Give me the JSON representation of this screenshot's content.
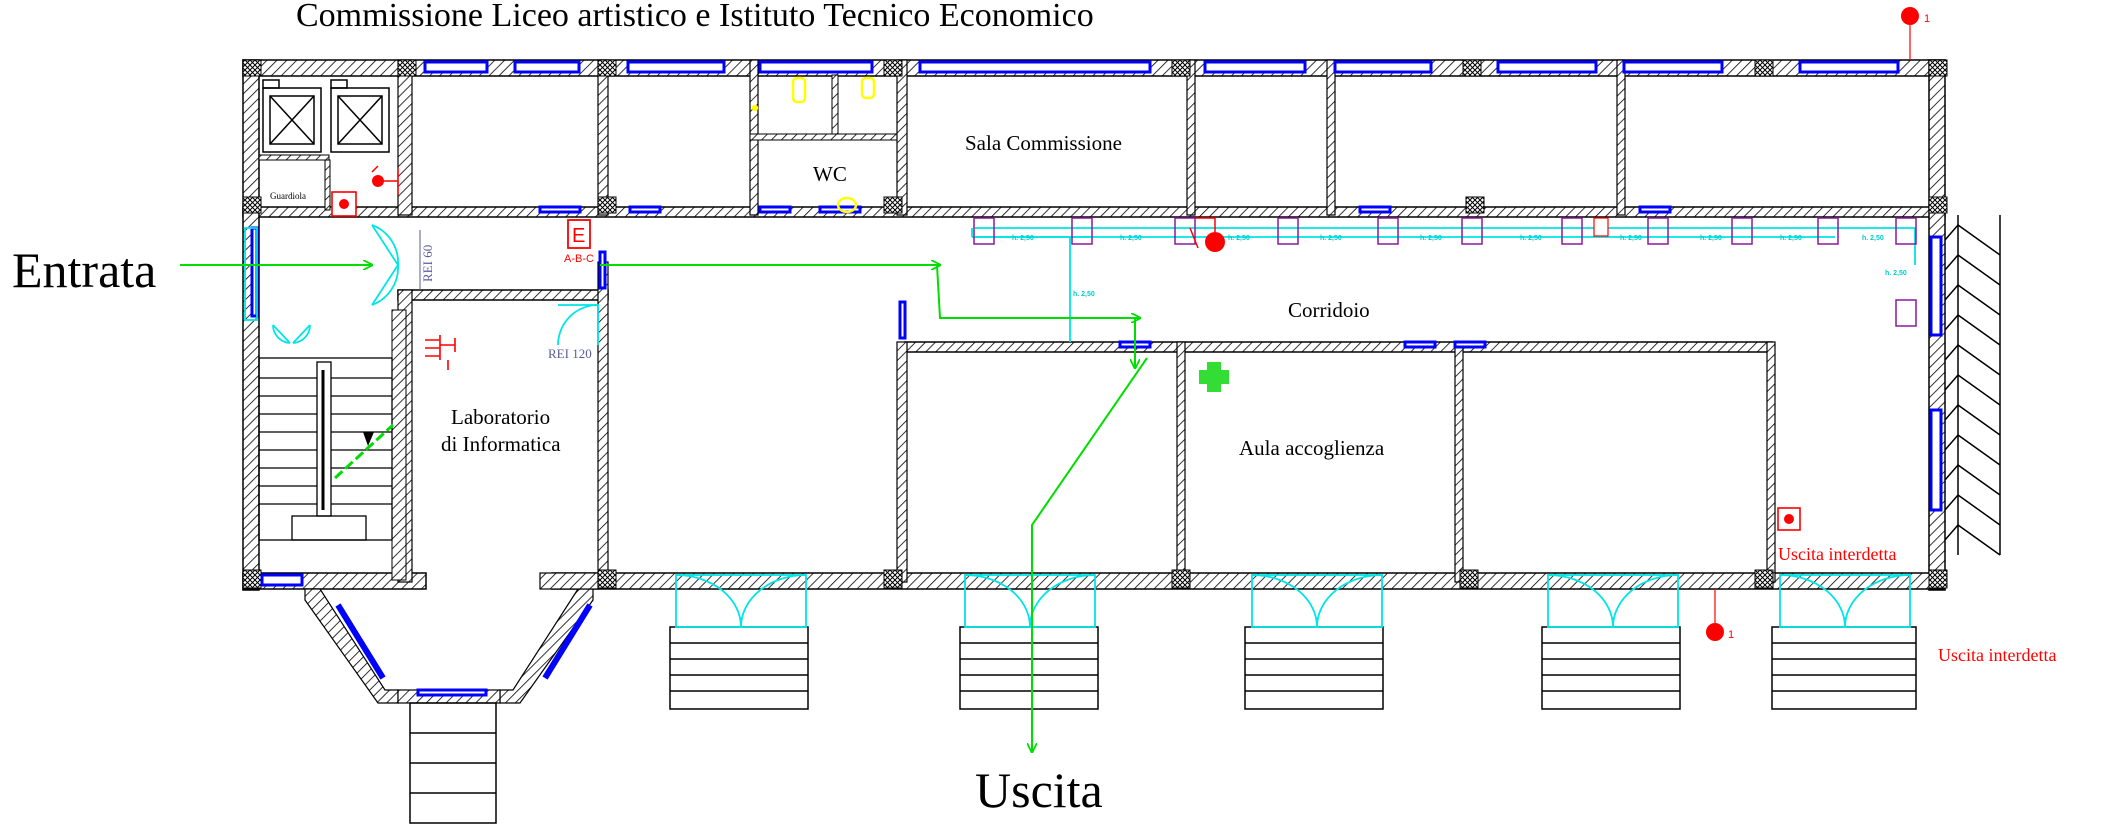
{
  "title": "Commissione Liceo artistico e Istituto Tecnico Economico",
  "labels": {
    "entrance": "Entrata",
    "exit": "Uscita",
    "corridor": "Corridoio",
    "commission_room": "Sala Commissione",
    "wc": "WC",
    "reception_room": "Aula accoglienza",
    "computer_lab_line1": "Laboratorio",
    "computer_lab_line2": "di Informatica",
    "guard": "Guardiola",
    "door_rei60": "REI 60",
    "door_rei120": "REI 120",
    "extinguisher_letter": "E",
    "extinguisher_class": "A-B-C",
    "forbidden_exit_inner": "Uscita interdetta",
    "forbidden_exit_outer": "Uscita interdetta",
    "alarm_tag_top": "1",
    "alarm_tag_bottom": "1",
    "sprinkler_height": "h. 2,50"
  },
  "colors": {
    "wall": "#000000",
    "window": "#0000ff",
    "door": "#00e5e5",
    "route": "#00dd00",
    "safety": "#ff0000",
    "sensor": "#8a1a9e",
    "fixture": "#ffff00",
    "door_tag": "#5a5a9a"
  },
  "icons": [
    "elevator-icon",
    "stairs-icon",
    "first-aid-icon",
    "fire-extinguisher-icon",
    "alarm-bell-icon",
    "hydrant-icon",
    "smoke-detector-icon",
    "emergency-button-icon",
    "toilet-icon"
  ]
}
